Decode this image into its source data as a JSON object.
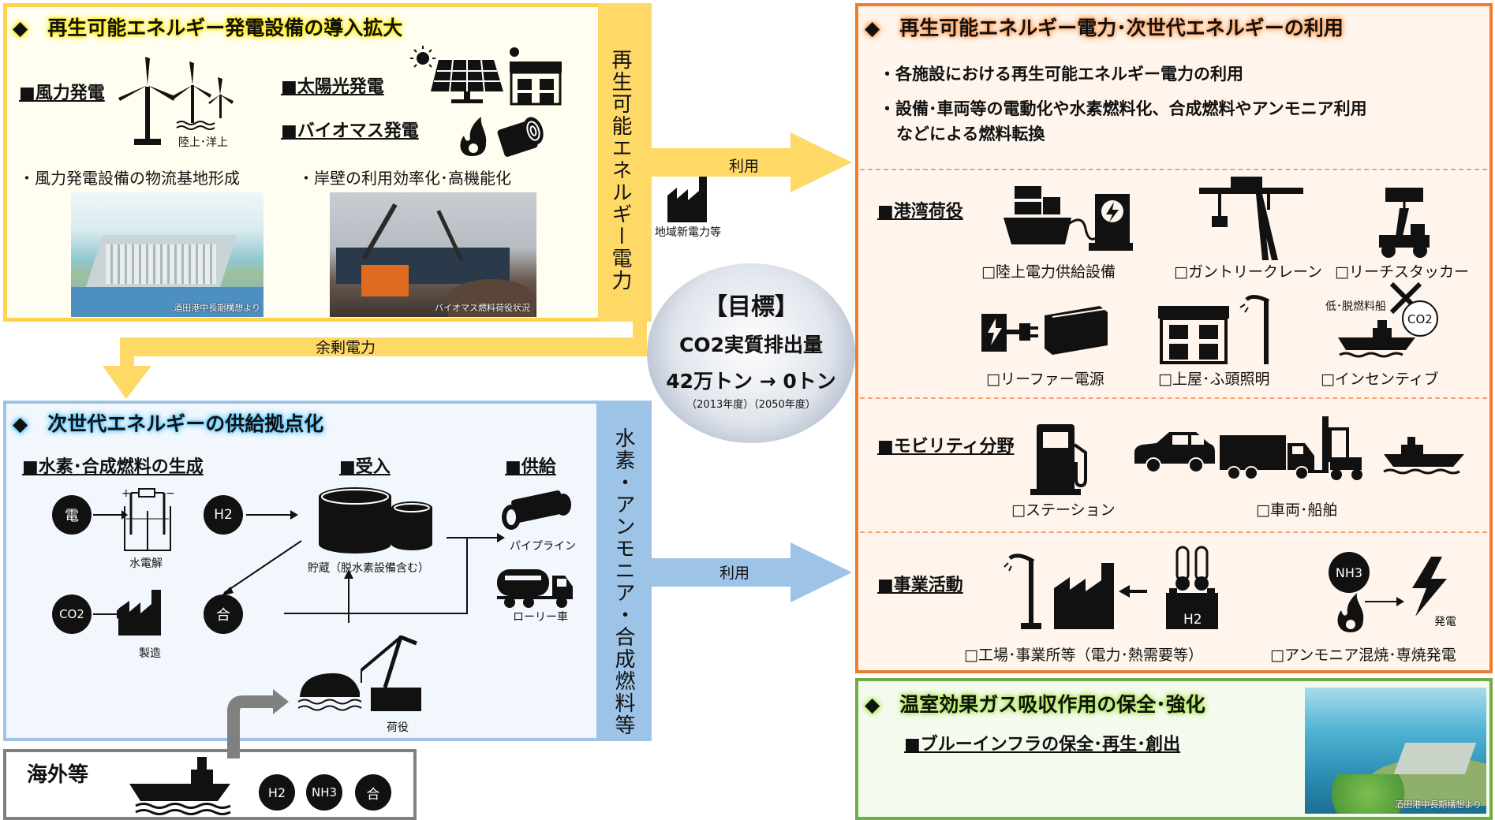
{
  "left_top": {
    "title": "◆　再生可能エネルギー発電設備の導入拡大",
    "wind": "■風力発電",
    "onshore": "陸上･洋上",
    "solar": "■太陽光発電",
    "bio": "■バイオマス発電",
    "wind_bullet": "・風力発電設備の物流基地形成",
    "bio_bullet": "・岸壁の利用効率化･高機能化",
    "photo1_caption": "酒田港中長期構想より",
    "photo2_caption": "バイオマス燃料荷役状況",
    "vertical": "再生可能エネルギー電力"
  },
  "arrows": {
    "use_top": "利用",
    "regional": "地域新電力等",
    "surplus": "余剰電力",
    "use_bottom": "利用"
  },
  "goal": {
    "title": "【目標】",
    "line1": "CO2実質排出量",
    "line2": "42万トン → 0トン",
    "years": "（2013年度）（2050年度）"
  },
  "left_bottom": {
    "title": "◆　次世代エネルギーの供給拠点化",
    "gen": "■水素･合成燃料の生成",
    "recv": "■受入",
    "supply": "■供給",
    "c_den": "電",
    "electrolysis": "水電解",
    "c_h2": "H2",
    "c_co2": "CO2",
    "manufacture": "製造",
    "c_go": "合",
    "storage": "貯蔵（脱水素設備含む）",
    "pipeline": "パイプライン",
    "lorry": "ローリー車",
    "cargo": "荷役",
    "vertical": "水素・アンモニア・合成燃料等"
  },
  "overseas": {
    "title": "海外等",
    "c1": "H2",
    "c2": "NH3",
    "c3": "合"
  },
  "right_top": {
    "title": "◆　再生可能エネルギー電力･次世代エネルギーの利用",
    "b1": "・各施設における再生可能エネルギー電力の利用",
    "b2a": "・設備･車両等の電動化や水素燃料化、合成燃料やアンモニア利用",
    "b2b": "などによる燃料転換",
    "port": "■港湾荷役",
    "shore_power": "□陸上電力供給設備",
    "gantry": "□ガントリークレーン",
    "reach": "□リーチスタッカー",
    "reefer": "□リーファー電源",
    "roof": "□上屋･ふ頭照明",
    "incentive": "□インセンティブ",
    "low_fuel": "低･脱燃料船",
    "co2": "CO2",
    "mobility": "■モビリティ分野",
    "station": "□ステーション",
    "vehicles": "□車両･船舶",
    "business": "■事業活動",
    "factory": "□工場･事業所等（電力･熱需要等）",
    "ammonia": "□アンモニア混焼･専焼発電",
    "nh3": "NH3",
    "h2": "H2",
    "power_gen": "発電"
  },
  "right_bottom": {
    "title": "◆　温室効果ガス吸収作用の保全･強化",
    "sub": "■ブルーインフラの保全･再生･創出",
    "photo_caption": "酒田港中長期構想より"
  }
}
